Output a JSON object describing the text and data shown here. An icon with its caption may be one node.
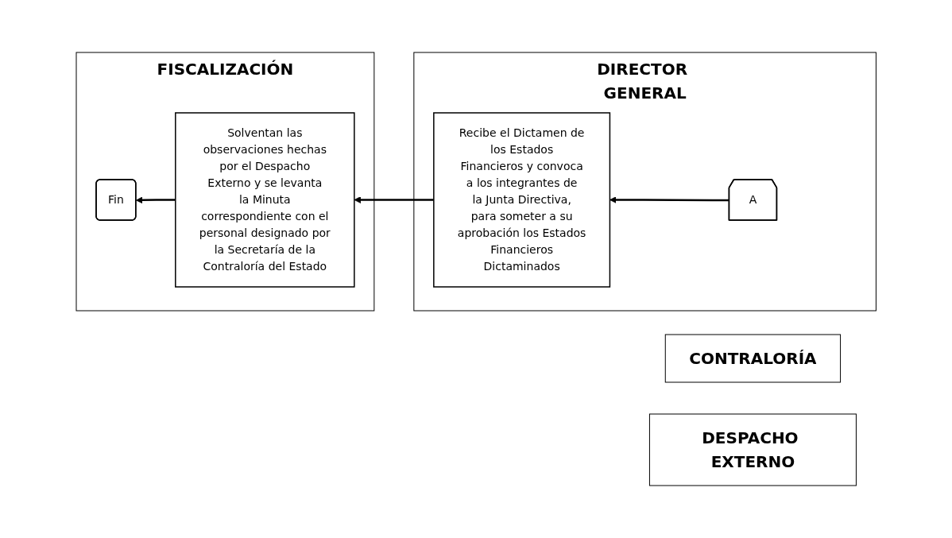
{
  "diagram": {
    "nodes": [
      {
        "text": [
          "FISCALIZACIÓN"
        ]
      },
      {
        "text": [
          "Solventan las observaciones hechas por el Despacho Externo y se levanta la Minuta correspondiente con el personal designado por la Secretaría de la Contraloría del Estado"
        ],
        "in": 0
      },
      {
        "text": [
          "Fin"
        ],
        "in": 0
      },
      {
        "text": [
          "CONTRALORÍA"
        ]
      },
      {
        "text": [
          "DESPACHO EXTERNO"
        ]
      },
      {
        "text": [
          "DIRECTOR GENERAL"
        ]
      },
      {
        "text": [
          "A"
        ],
        "in": 5
      },
      {
        "text": [
          "Recibe el Dictamen de los Estados Financieros y convoca a los integrantes de la Junta Directiva, para someter a su aprobación los Estados Financieros Dictaminados"
        ],
        "in": 5
      }
    ],
    "edges": [
      {
        "from": 6,
        "to": 7,
        "arrow": "to"
      },
      {
        "from": 7,
        "to": 1,
        "arrow": "to"
      },
      {
        "from": 1,
        "to": 2,
        "arrow": "to"
      }
    ]
  }
}
